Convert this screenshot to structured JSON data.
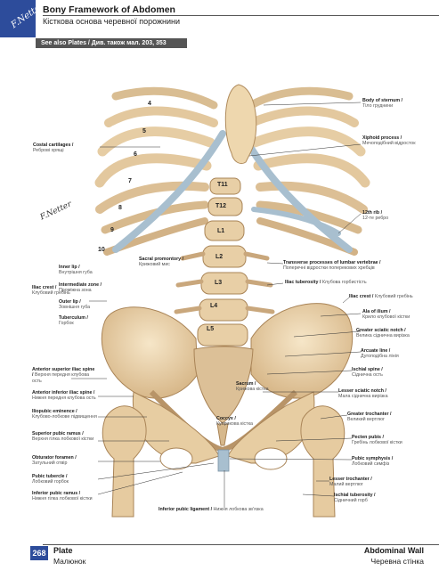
{
  "header": {
    "logo_text": "F.Netter",
    "title": "Bony Framework of Abdomen",
    "subtitle": "Кісткова основа черевної порожнини",
    "see_also": "See also Plates / Див. також мал. 203, 353"
  },
  "signature": "F.Netter",
  "rib_numbers": [
    "4",
    "5",
    "6",
    "7",
    "8",
    "9",
    "10"
  ],
  "vertebra_labels": [
    "T11",
    "T12",
    "L1",
    "L2",
    "L3",
    "L4",
    "L5"
  ],
  "labels": {
    "body_of_sternum": {
      "en": "Body of sternum /",
      "uk": "Тіло груднини"
    },
    "xiphoid_process": {
      "en": "Xiphoid process /",
      "uk": "Мечоподібний відросток"
    },
    "costal_cartilages": {
      "en": "Costal cartilages /",
      "uk": "Реброві хрящі"
    },
    "rib_12": {
      "en": "12th rib /",
      "uk": "12-те ребро"
    },
    "sacral_promontory": {
      "en": "Sacral promontory /",
      "uk": "Крижовий мис"
    },
    "transverse_processes": {
      "en": "Transverse processes of lumbar vertebrae /",
      "uk": "Поперечні відростки поперекових хребців"
    },
    "iliac_tuberosity": {
      "en": "Iliac tuberosity /",
      "uk": "Клубова горбистість"
    },
    "iliac_crest_right": {
      "en": "Iliac crest /",
      "uk": "Клубовий гребінь"
    },
    "iliac_crest_left": {
      "en": "Iliac crest /",
      "uk": "Клубовий гребінь"
    },
    "inner_lip": {
      "en": "Inner lip /",
      "uk": "Внутрішня губа"
    },
    "intermediate_zone": {
      "en": "Intermediate zone /",
      "uk": "Проміжна зона"
    },
    "outer_lip": {
      "en": "Outer lip /",
      "uk": "Зовнішня губа"
    },
    "tuberculum": {
      "en": "Tuberculum /",
      "uk": "Горбок"
    },
    "ala_of_ilium": {
      "en": "Ala of ilium /",
      "uk": "Крило клубової кістки"
    },
    "greater_sciatic_notch": {
      "en": "Greater sciatic notch /",
      "uk": "Велика сіднична вирізка"
    },
    "arcuate_line": {
      "en": "Arcuate line /",
      "uk": "Дугоподібна лінія"
    },
    "ischial_spine": {
      "en": "Ischial spine /",
      "uk": "Сіднична ость"
    },
    "lesser_sciatic_notch": {
      "en": "Lesser sciatic notch /",
      "uk": "Мала сіднична вирізка"
    },
    "sacrum": {
      "en": "Sacrum /",
      "uk": "Крижова кістка"
    },
    "coccyx": {
      "en": "Coccyx /",
      "uk": "Куприкова кістка"
    },
    "asis": {
      "en": "Anterior superior iliac spine /",
      "uk": "Верхня передня клубова ость"
    },
    "aiis": {
      "en": "Anterior inferior iliac spine /",
      "uk": "Нижня передня клубова ость"
    },
    "iliopubic_eminence": {
      "en": "Iliopubic eminence /",
      "uk": "Клубово-лобкове підвищення"
    },
    "superior_pubic_ramus": {
      "en": "Superior pubic ramus /",
      "uk": "Верхня гілка лобкової кістки"
    },
    "obturator_foramen": {
      "en": "Obturator foramen /",
      "uk": "Затульний отвір"
    },
    "pubic_tubercle": {
      "en": "Pubic tubercle /",
      "uk": "Лобковий горбок"
    },
    "inferior_pubic_ramus": {
      "en": "Inferior pubic ramus /",
      "uk": "Нижня гілка лобкової кістки"
    },
    "greater_trochanter": {
      "en": "Greater trochanter /",
      "uk": "Великий вертлюг"
    },
    "pecten_pubis": {
      "en": "Pecten pubis /",
      "uk": "Гребінь лобкової кістки"
    },
    "pubic_symphysis": {
      "en": "Pubic symphysis /",
      "uk": "Лобковий симфіз"
    },
    "lesser_trochanter": {
      "en": "Lesser trochanter /",
      "uk": "Малий вертлюг"
    },
    "ischial_tuberosity": {
      "en": "Ischial tuberosity /",
      "uk": "Сідничний горб"
    },
    "inferior_pubic_ligament": {
      "en": "Inferior pubic ligament /",
      "uk": "Нижня лобкова зв'язка"
    }
  },
  "footer": {
    "page_number": "268",
    "left_en": "Plate",
    "left_uk": "Малюнок",
    "right_en": "Abdominal Wall",
    "right_uk": "Черевна стінка"
  },
  "colors": {
    "brand_blue": "#2d4c9b",
    "bone": "#efd9b3",
    "bone_shadow": "#c9a77c",
    "cartilage": "#a8bfcf"
  }
}
